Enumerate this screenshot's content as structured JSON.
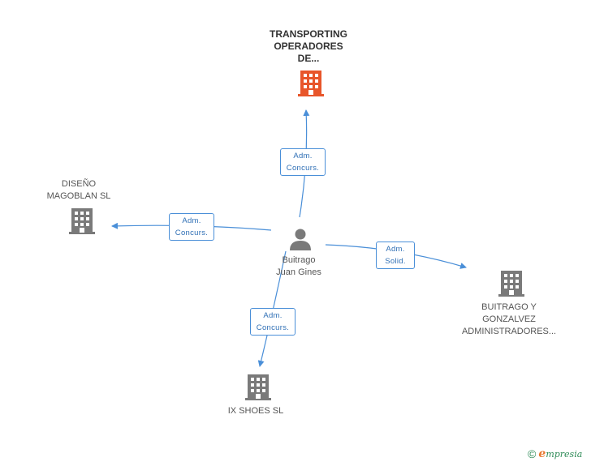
{
  "center": {
    "name_lines": [
      "Buitrago",
      "Juan Gines"
    ],
    "icon": "person-icon"
  },
  "companies": [
    {
      "id": "transporting",
      "lines": [
        "TRANSPORTING",
        "OPERADORES",
        "DE..."
      ],
      "icon": "building-icon",
      "highlight": true,
      "color": "#e8552a"
    },
    {
      "id": "diseno",
      "lines": [
        "DISEÑO",
        "MAGOBLAN SL"
      ],
      "icon": "building-icon",
      "highlight": false,
      "color": "#7a7a7a"
    },
    {
      "id": "buitrago-gonzalvez",
      "lines": [
        "BUITRAGO Y",
        "GONZALVEZ",
        "ADMINISTRADORES..."
      ],
      "icon": "building-icon",
      "highlight": false,
      "color": "#7a7a7a"
    },
    {
      "id": "ix-shoes",
      "lines": [
        "IX SHOES SL"
      ],
      "icon": "building-icon",
      "highlight": false,
      "color": "#7a7a7a"
    }
  ],
  "relations": [
    {
      "to": "transporting",
      "lines": [
        "Adm.",
        "Concurs."
      ]
    },
    {
      "to": "diseno",
      "lines": [
        "Adm.",
        "Concurs."
      ]
    },
    {
      "to": "buitrago-gonzalvez",
      "lines": [
        "Adm.",
        "Solid."
      ]
    },
    {
      "to": "ix-shoes",
      "lines": [
        "Adm.",
        "Concurs."
      ]
    }
  ],
  "colors": {
    "edge": "#4a8fd8",
    "person": "#7a7a7a"
  },
  "footer": {
    "copyright_symbol": "©",
    "brand_initial": "e",
    "brand_rest": "mpresia"
  }
}
